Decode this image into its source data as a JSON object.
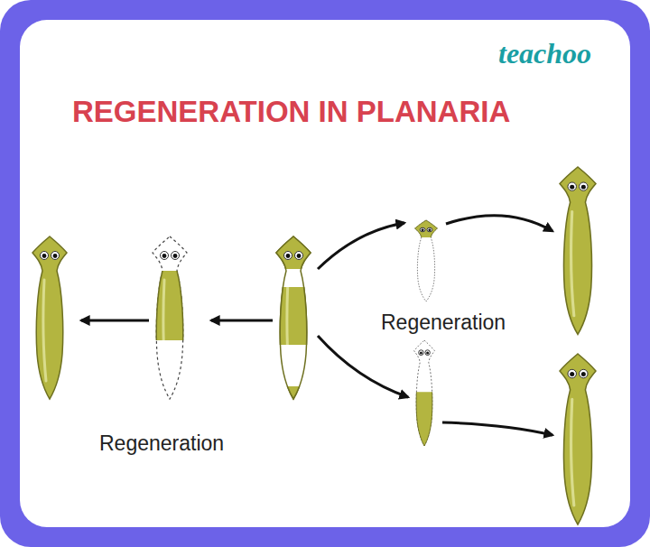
{
  "diagram": {
    "title": "REGENERATION IN PLANARIA",
    "labels": [
      "teachoo",
      "Regeneration",
      "Regeneration"
    ]
  }
}
